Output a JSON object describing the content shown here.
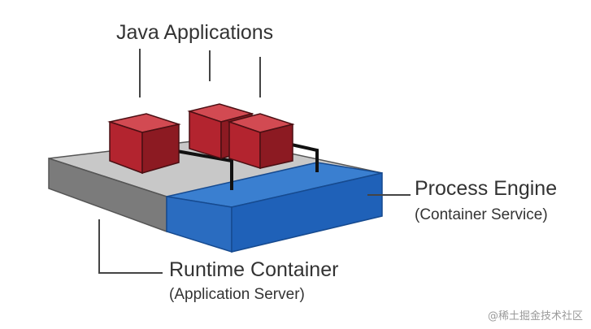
{
  "labels": {
    "java_applications": "Java Applications",
    "process_engine": "Process Engine",
    "process_engine_sub": "(Container Service)",
    "runtime_container": "Runtime Container",
    "runtime_container_sub": "(Application Server)"
  },
  "watermark": "@稀土掘金技术社区",
  "colors": {
    "container_top": "#c8c8c8",
    "container_front": "#7b7b7b",
    "container_side": "#555555",
    "engine_top": "#3a7fd0",
    "engine_front": "#1f61b8",
    "engine_edge": "#164a8f",
    "app_front": "#b3242f",
    "app_top": "#d24a52",
    "app_side": "#8c1a22",
    "lines": "#333333"
  }
}
